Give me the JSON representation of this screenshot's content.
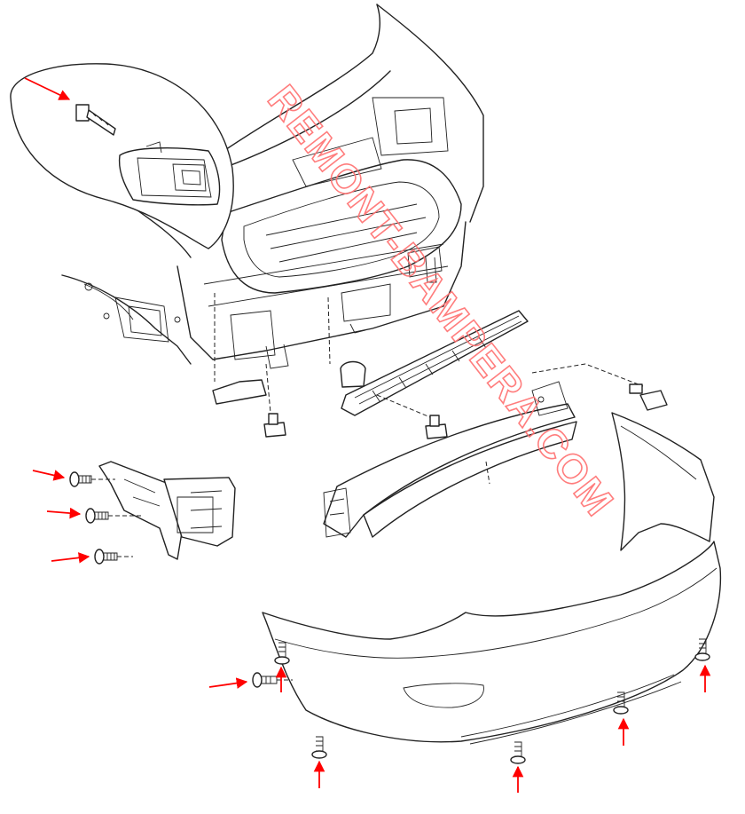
{
  "watermark": {
    "text": "REMONT-BAMPERA.COM"
  },
  "colors": {
    "arrow": "#ff0000",
    "watermark": "#ff6f6f",
    "line": "#222222"
  },
  "arrows": [
    {
      "target": "tail-light-bolt",
      "dir": "down-right"
    },
    {
      "target": "bracket-screw-top",
      "dir": "right"
    },
    {
      "target": "bracket-screw-middle",
      "dir": "right"
    },
    {
      "target": "bracket-screw-bottom",
      "dir": "right"
    },
    {
      "target": "bumper-side-screw",
      "dir": "right"
    },
    {
      "target": "bumper-top-left-screw",
      "dir": "up"
    },
    {
      "target": "bumper-bottom-left-screw",
      "dir": "up"
    },
    {
      "target": "bumper-bottom-middle-screw",
      "dir": "up"
    },
    {
      "target": "bumper-bottom-right-screw",
      "dir": "up"
    },
    {
      "target": "bumper-right-end-screw",
      "dir": "up"
    }
  ]
}
